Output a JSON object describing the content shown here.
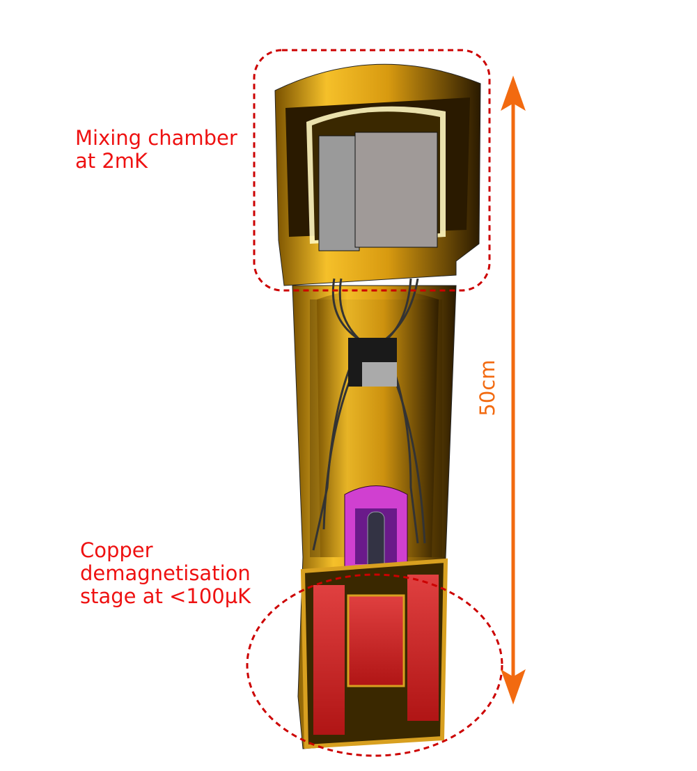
{
  "labels": {
    "mixing_chamber": "Mixing chamber\nat 2mK",
    "copper_stage": "Copper\ndemagnetisation\nstage at <100µK",
    "height_dimension": "50cm"
  },
  "colors": {
    "label_red": "#ee1111",
    "dimension_orange": "#f26a10",
    "gold": "#e8a820",
    "dashed_outline": "#cc0000"
  }
}
